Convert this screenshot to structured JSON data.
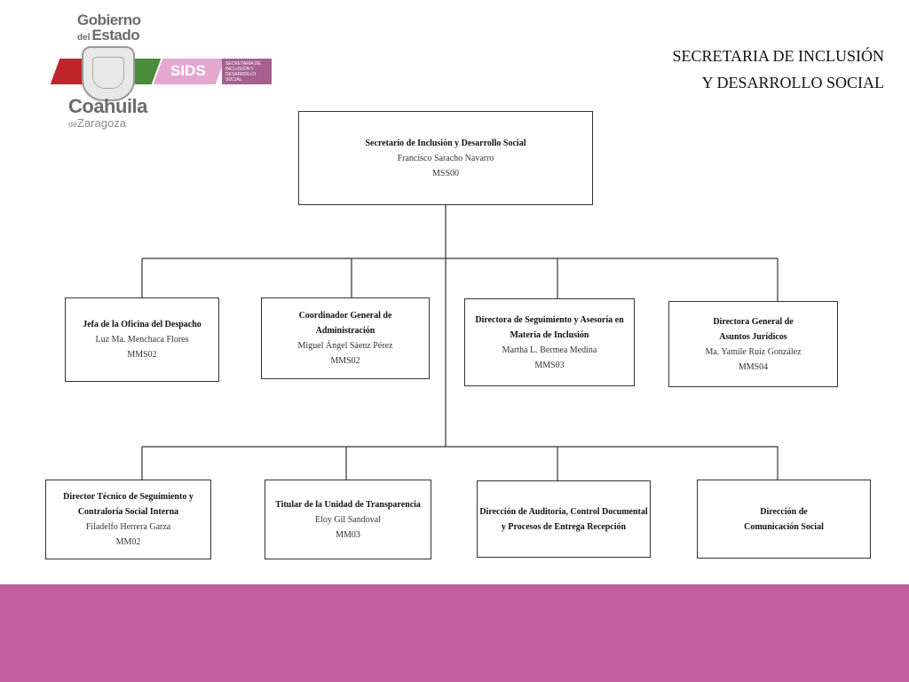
{
  "header": {
    "gob_line1": "Gobierno",
    "gob_del": "del",
    "gob_estado": "Estado",
    "coahuila": "Coahuila",
    "zaragoza_de": "de",
    "zaragoza": "Zaragoza",
    "sids": "SIDS",
    "sids_small": "SECRETARÍA DE INCLUSIÓN Y DESARROLLO SOCIAL",
    "title_line1": "SECRETARIA DE INCLUSIÓN",
    "title_line2": "Y DESARROLLO SOCIAL"
  },
  "colors": {
    "footer": "#c360a0",
    "sids_pink": "#e4a8cf",
    "sids_purple": "#a5608f",
    "flag_red": "#c0252d",
    "flag_green": "#4a8c3c"
  },
  "chart": {
    "top": {
      "title": "Secretario de Inclusión y Desarrollo Social",
      "name": "Francisco Saracho Navarro",
      "code": "MSS00"
    },
    "level1": [
      {
        "title": "Jefa de la Oficina del Despacho",
        "name": "Luz Ma. Menchaca Flores",
        "code": "MMS02"
      },
      {
        "title": "Coordinador General de Administración",
        "name": "Miguel Ángel Sáenz Pérez",
        "code": "MMS02"
      },
      {
        "title": "Directora de Seguimiento y Asesoría en Materia de Inclusión",
        "name": "Martha L. Bermea Medina",
        "code": "MMS03"
      },
      {
        "title": "Directora General de Asuntos Jurídicos",
        "name": "Ma. Yamile Ruiz González",
        "code": "MMS04"
      }
    ],
    "level2": [
      {
        "title": "Director Técnico de Seguimiento y Contraloría Social Interna",
        "name": "Filadelfo Herrera Garza",
        "code": "MM02"
      },
      {
        "title": "Titular de la Unidad de Transparencia",
        "name": "Eloy Gil Sandoval",
        "code": "MM03"
      },
      {
        "title": "Dirección de Auditoria, Control Documental y Procesos de Entrega Recepción",
        "name": "",
        "code": ""
      },
      {
        "title": "Dirección de Comunicación Social",
        "name": "",
        "code": ""
      }
    ]
  }
}
